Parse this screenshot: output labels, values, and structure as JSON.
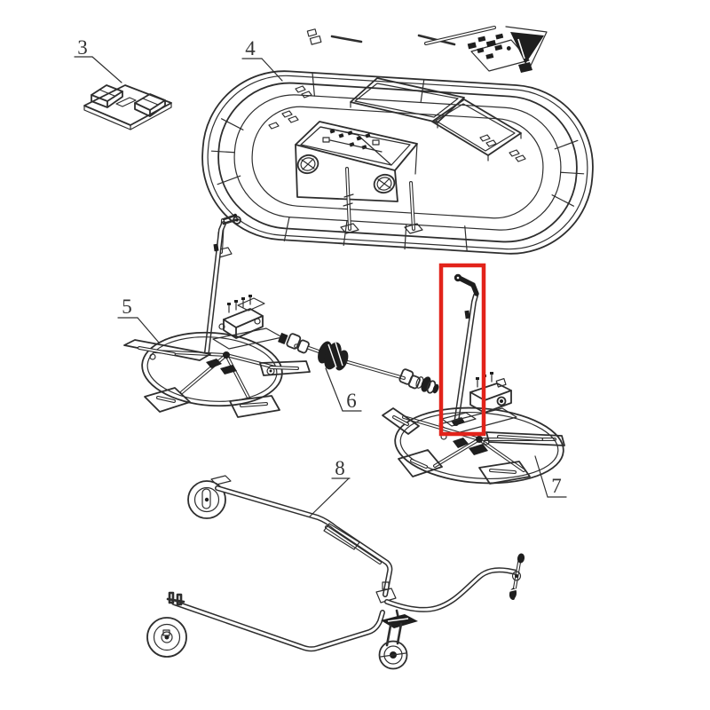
{
  "diagram": {
    "background_color": "#ffffff",
    "line_color": "#2e2e2e",
    "highlight_box": {
      "color": "#e2231a"
    },
    "part_labels": [
      {
        "label": "3"
      },
      {
        "label": "4"
      },
      {
        "label": "5"
      },
      {
        "label": "6"
      },
      {
        "label": "7"
      },
      {
        "label": "8"
      }
    ]
  }
}
